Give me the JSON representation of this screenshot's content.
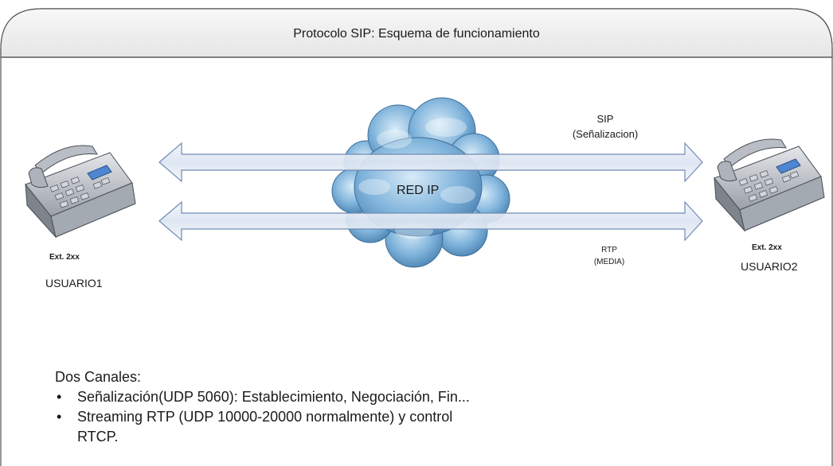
{
  "title": "Protocolo SIP: Esquema de funcionamiento",
  "cloud": {
    "label": "RED IP"
  },
  "channels": {
    "sip": {
      "line1": "SIP",
      "line2": "(Señalizacion)"
    },
    "rtp": {
      "line1": "RTP",
      "line2": "(MEDIA)"
    }
  },
  "user1": {
    "ext": "Ext. 2xx",
    "name": "USUARIO1",
    "icon": "phone-icon"
  },
  "user2": {
    "ext": "Ext. 2xx",
    "name": "USUARIO2",
    "icon": "phone-icon"
  },
  "notes": {
    "heading": "Dos Canales:",
    "items": [
      "Señalización(UDP 5060): Establecimiento, Negociación, Fin...",
      "Streaming RTP (UDP 10000-20000 normalmente) y control"
    ],
    "continuation": "RTCP."
  },
  "colors": {
    "border": "#555555",
    "header": "#ececec",
    "arrow_fill": "#dde6f3",
    "arrow_stroke": "#6f8bb3",
    "cloud": "#5a96c6"
  }
}
